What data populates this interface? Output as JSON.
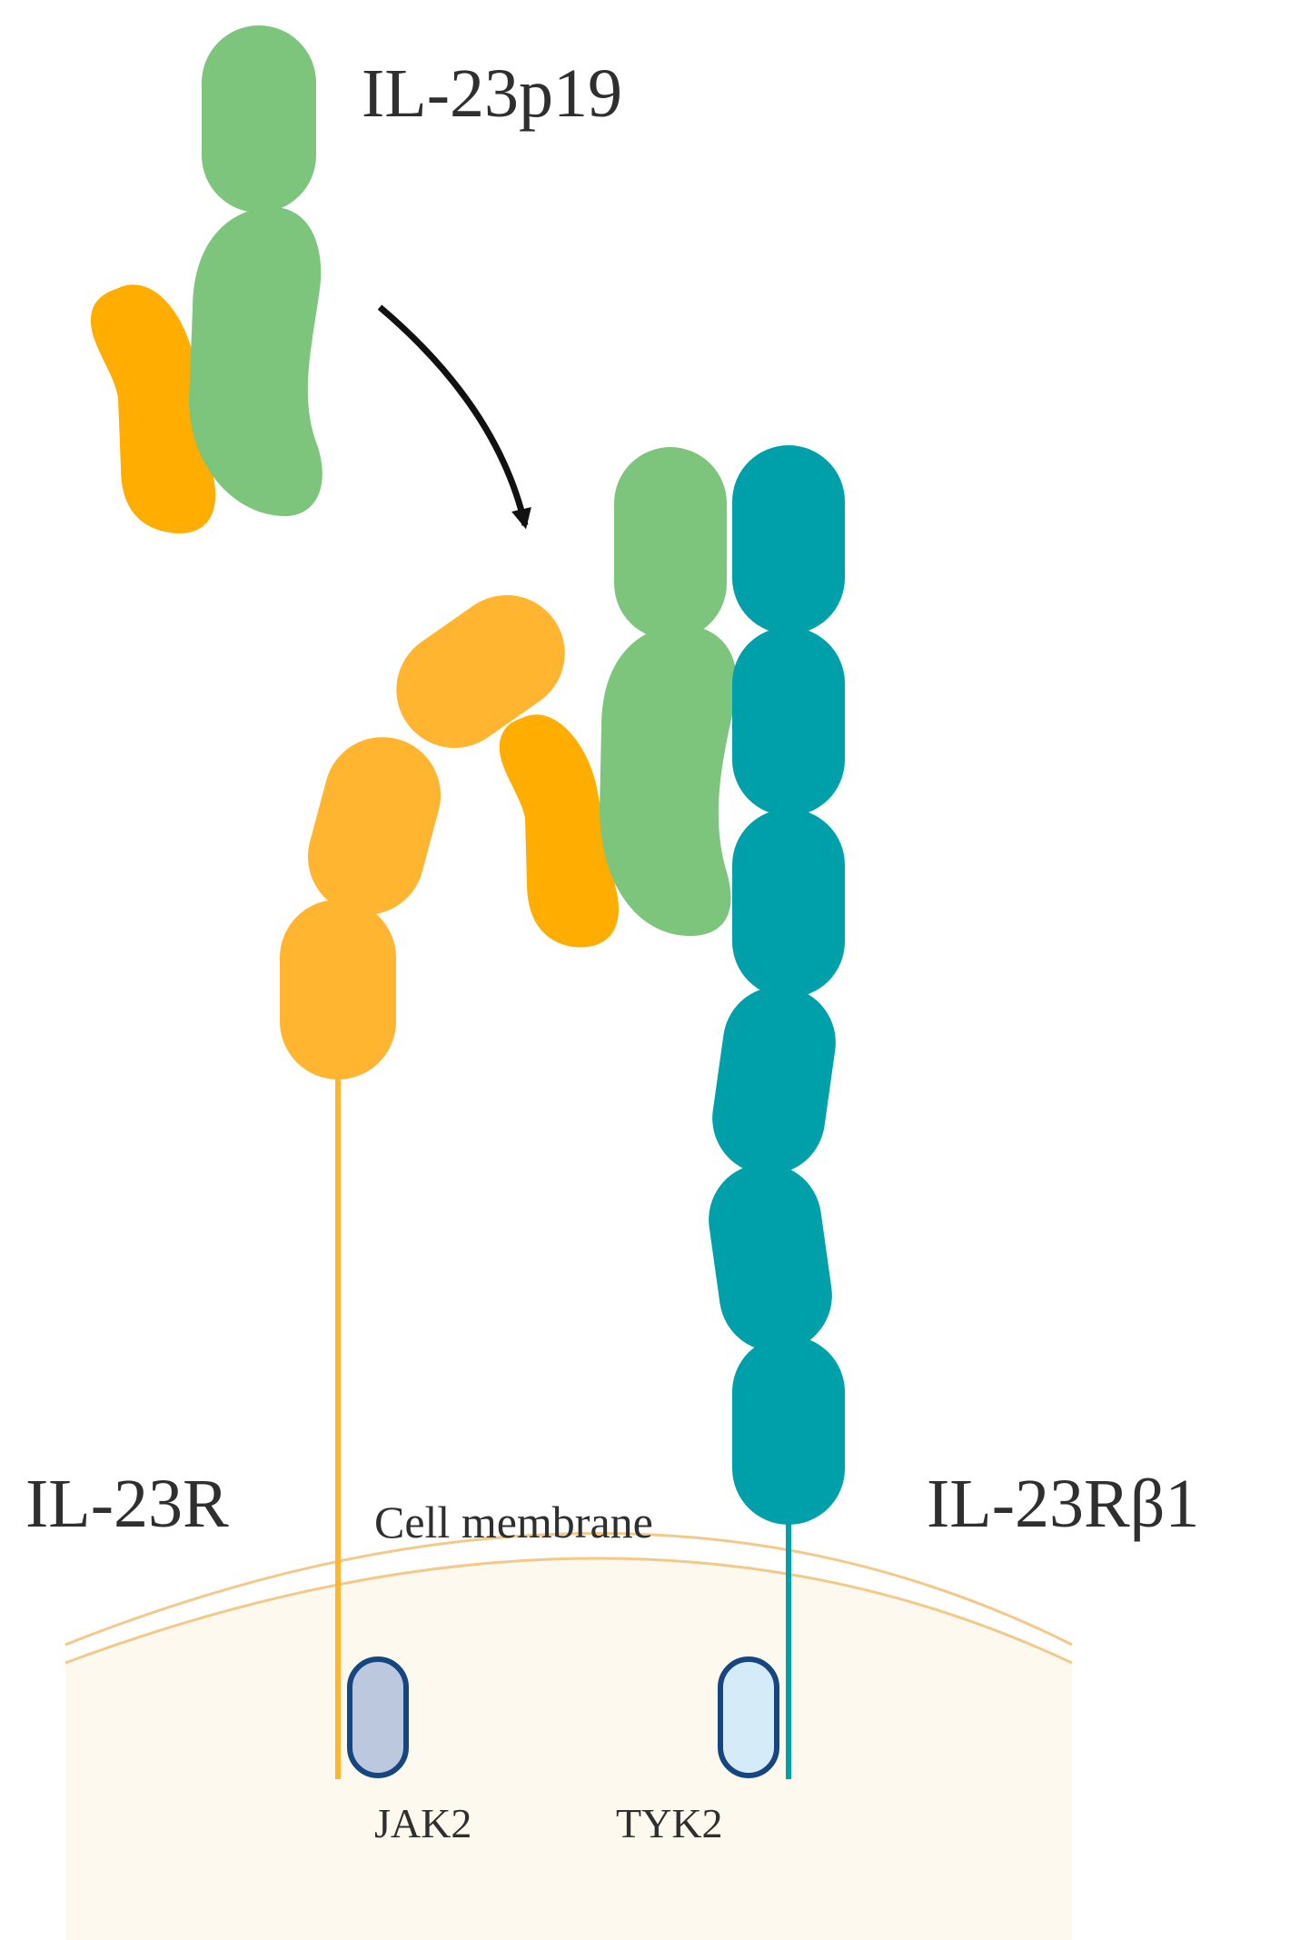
{
  "labels": {
    "il23p19": "IL-23p19",
    "il23r": "IL-23R",
    "il23rb1": "IL-23Rβ1",
    "cell_membrane": "Cell membrane",
    "jak2": "JAK2",
    "tyk2": "TYK2"
  },
  "colors": {
    "p19_green": "#7dc47c",
    "p40_orange": "#ffad00",
    "il23r_yellow": "#ffb52f",
    "rb1_teal": "#00a0aa",
    "membrane_line": "#f3c98a",
    "cytoplasm": "#fdf9ef",
    "jak2_fill": "#bcc8de",
    "tyk2_fill": "#d6ebf8",
    "kinase_border": "#15467f",
    "arrow": "#111111"
  }
}
